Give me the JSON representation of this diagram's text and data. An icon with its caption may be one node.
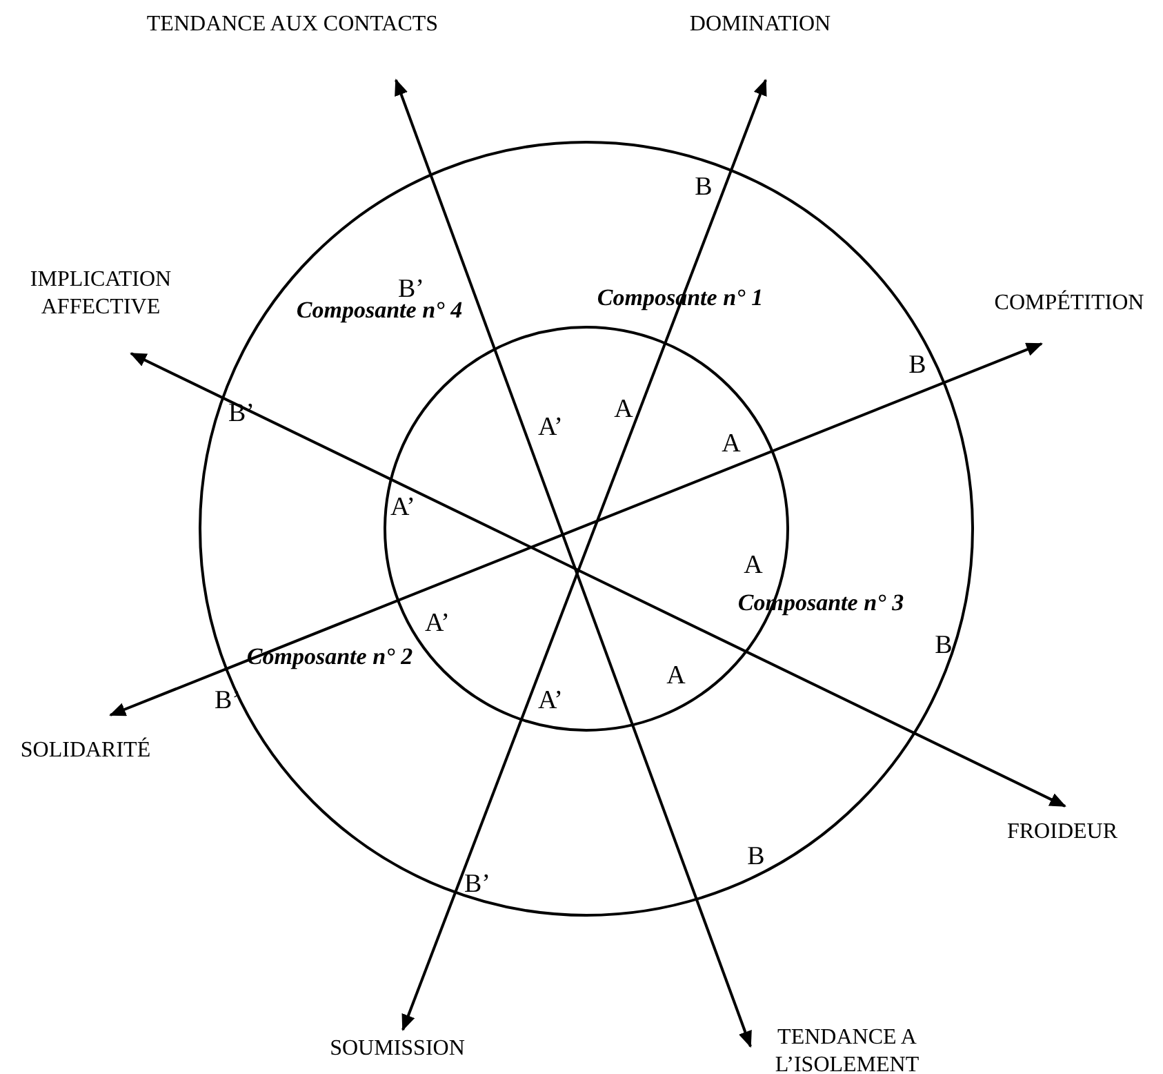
{
  "diagram": {
    "nodes": [
      {
        "text": [
          "TENDANCE AUX CONTACTS"
        ]
      },
      {
        "text": [
          "DOMINATION"
        ]
      },
      {
        "text": [
          "IMPLICATION AFFECTIVE"
        ]
      },
      {
        "text": [
          "COMPÉTITION"
        ]
      },
      {
        "text": [
          "SOLIDARITÉ"
        ]
      },
      {
        "text": [
          "FROIDEUR"
        ]
      },
      {
        "text": [
          "SOUMISSION"
        ]
      },
      {
        "text": [
          "TENDANCE A L’ISOLEMENT"
        ]
      }
    ],
    "edges": [
      {
        "from": 0,
        "to": 7,
        "arrow": "both"
      },
      {
        "from": 1,
        "to": 6,
        "arrow": "both"
      },
      {
        "from": 2,
        "to": 5,
        "arrow": "both"
      },
      {
        "from": 3,
        "to": 4,
        "arrow": "both"
      }
    ],
    "labels": [
      "B’",
      "B",
      "Composante n° 4",
      "Composante n° 1",
      "B",
      "A’",
      "A",
      "A",
      "B’",
      "A’",
      "A",
      "Composante n° 3",
      "A’",
      "Composante n° 2",
      "B",
      "B’",
      "A’",
      "A",
      "B",
      "B’"
    ]
  }
}
